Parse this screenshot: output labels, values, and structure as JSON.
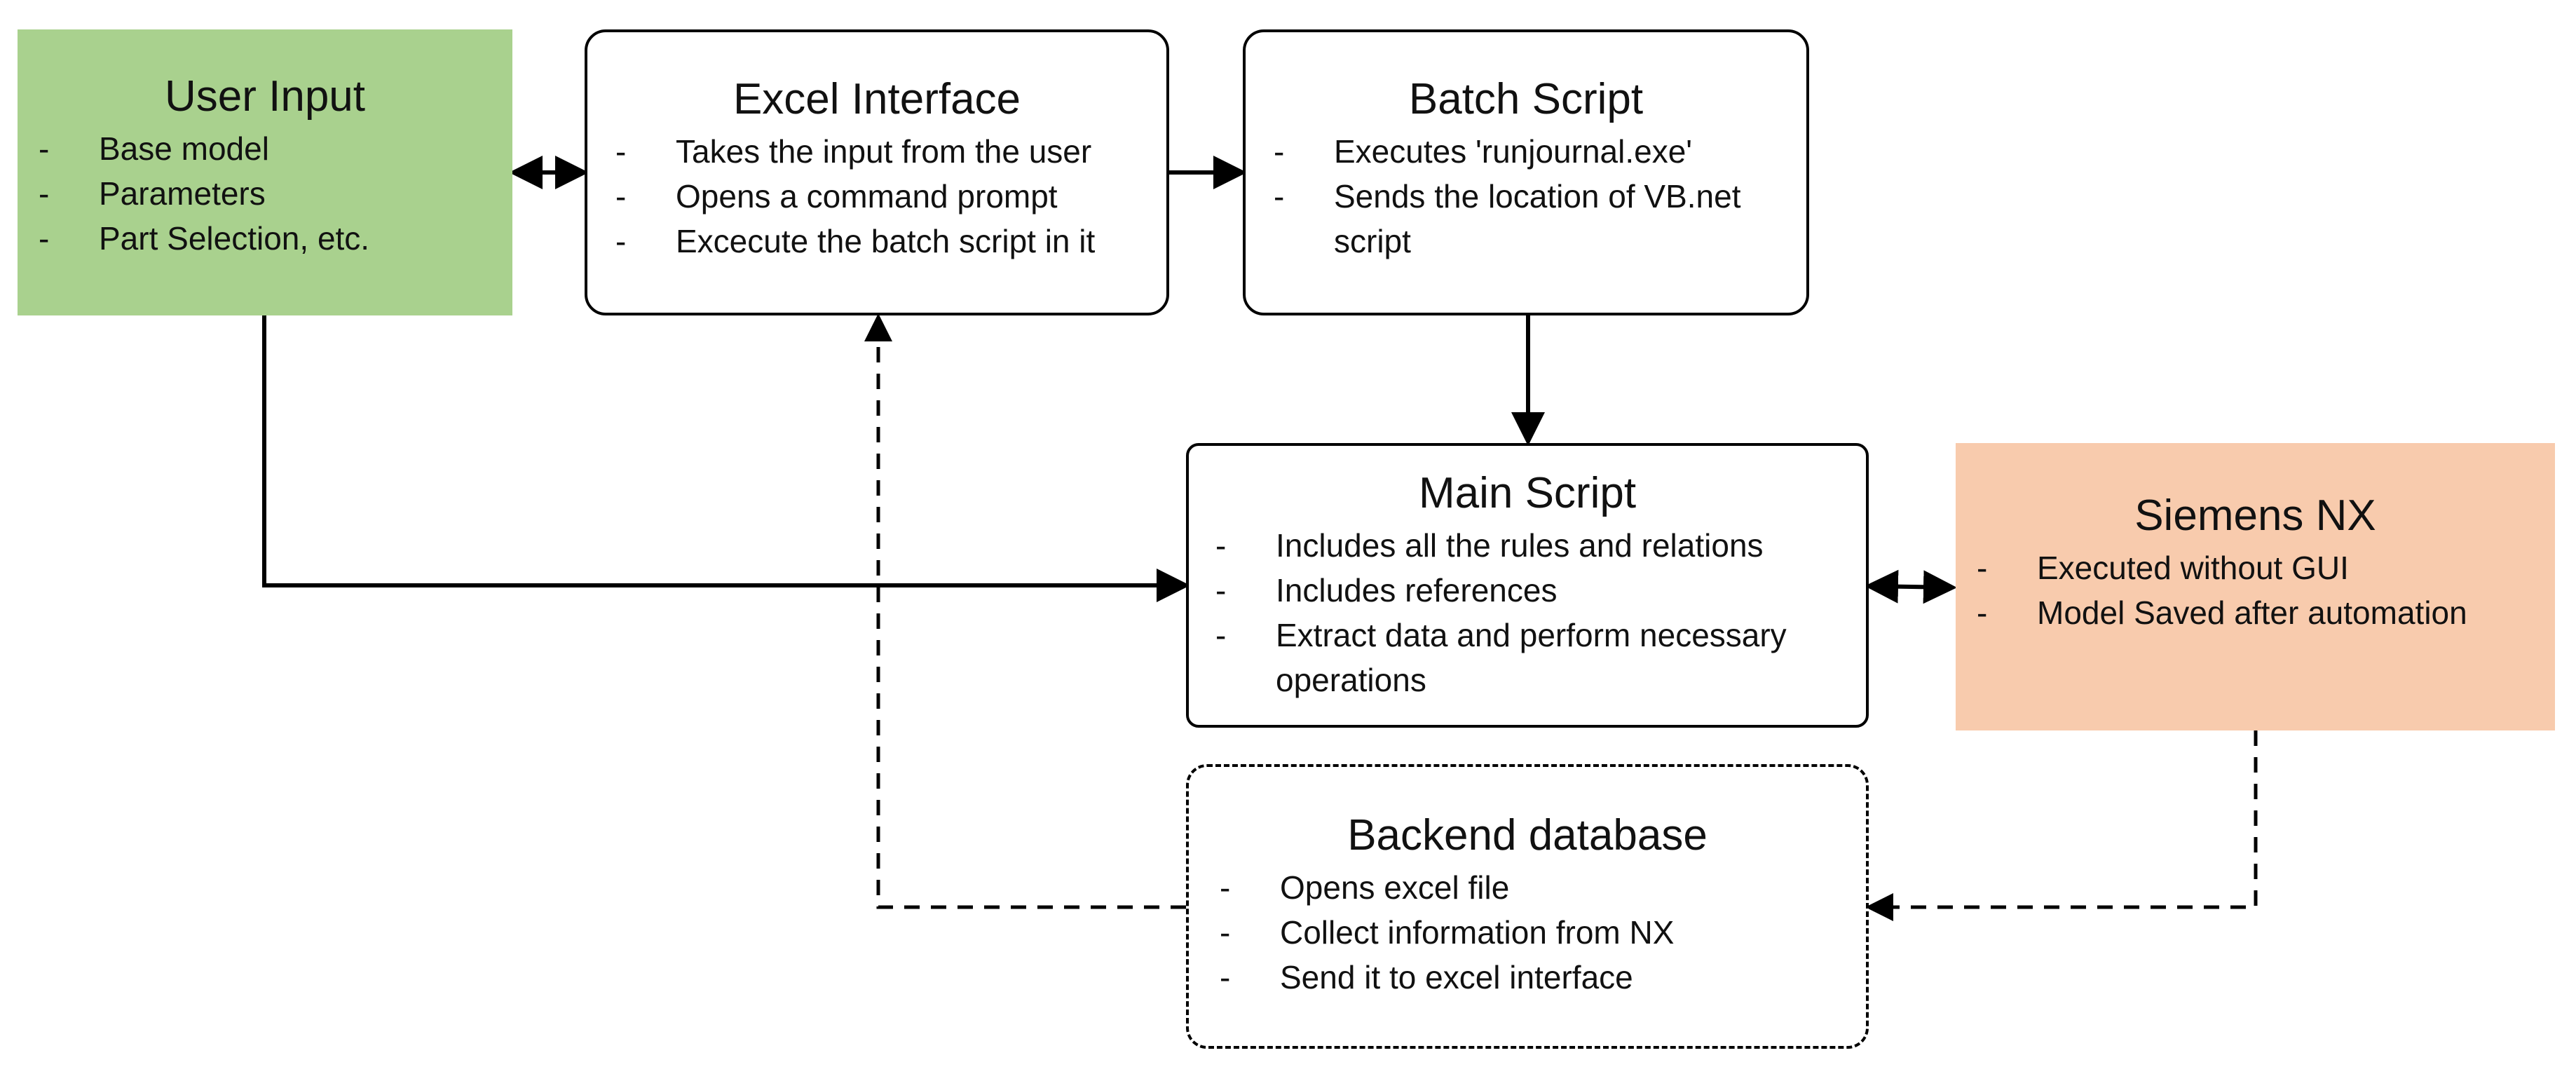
{
  "colors": {
    "user_input_fill": "#a9d18e",
    "siemens_fill": "#f8cbad",
    "stroke": "#000000"
  },
  "nodes": {
    "user_input": {
      "title": "User Input",
      "items": [
        "Base model",
        "Parameters",
        "Part Selection, etc."
      ]
    },
    "excel_interface": {
      "title": "Excel Interface",
      "items": [
        "Takes the input from the user",
        "Opens a command prompt",
        "Excecute the batch script in it"
      ]
    },
    "batch_script": {
      "title": "Batch Script",
      "items": [
        "Executes 'runjournal.exe'",
        "Sends the location of VB.net script"
      ]
    },
    "main_script": {
      "title": "Main Script",
      "items": [
        "Includes all the rules and relations",
        "Includes references",
        "Extract data and perform necessary operations"
      ]
    },
    "siemens_nx": {
      "title": "Siemens NX",
      "items": [
        "Executed without GUI",
        "Model Saved after automation"
      ]
    },
    "backend_database": {
      "title": "Backend database",
      "items": [
        "Opens excel file",
        "Collect information from NX",
        "Send it to excel interface"
      ]
    }
  },
  "bullet": "-",
  "edges": [
    {
      "from": "user_input",
      "to": "excel_interface",
      "style": "solid",
      "bidirectional": true
    },
    {
      "from": "excel_interface",
      "to": "batch_script",
      "style": "solid",
      "bidirectional": false
    },
    {
      "from": "batch_script",
      "to": "main_script",
      "style": "solid",
      "bidirectional": false
    },
    {
      "from": "user_input",
      "to": "main_script",
      "style": "solid",
      "bidirectional": false
    },
    {
      "from": "main_script",
      "to": "siemens_nx",
      "style": "solid",
      "bidirectional": true
    },
    {
      "from": "siemens_nx",
      "to": "backend_database",
      "style": "dashed",
      "bidirectional": false
    },
    {
      "from": "backend_database",
      "to": "excel_interface",
      "style": "dashed",
      "bidirectional": false
    }
  ]
}
